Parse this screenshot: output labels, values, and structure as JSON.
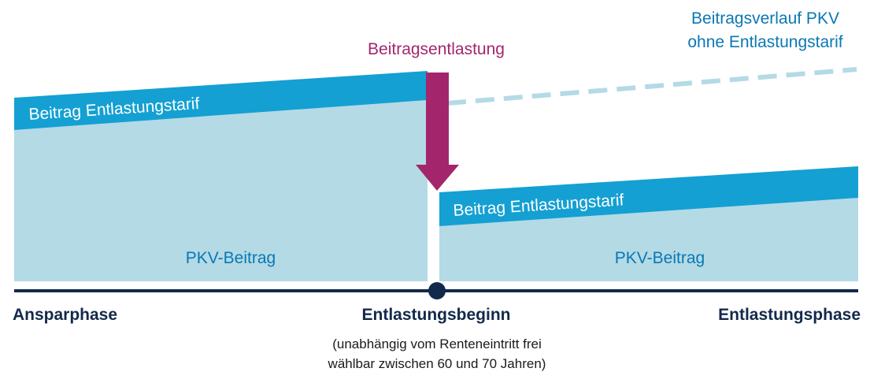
{
  "colors": {
    "premium_band": "#14a0d2",
    "base_area": "#b4dae6",
    "dashed_line": "#b4dae6",
    "arrow": "#a3266d",
    "axis": "#13294b",
    "annotation_blue": "#0a78b4"
  },
  "left_band_label": "Beitrag Entlastungstarif",
  "right_band_label": "Beitrag Entlastungstarif",
  "left_base_label": "PKV-Beitrag",
  "right_base_label": "PKV-Beitrag",
  "relief_label": "Beitragsentlastung",
  "pkv_without_relief": {
    "line1": "Beitragsverlauf PKV",
    "line2": "ohne Entlastungstarif"
  },
  "axis_labels": {
    "left": "Ansparphase",
    "center": "Entlastungsbeginn",
    "right": "Entlastungsphase"
  },
  "note": {
    "line1": "(unabhängig vom Renteneintritt frei",
    "line2": "wählbar zwischen 60 und 70 Jahren)"
  }
}
